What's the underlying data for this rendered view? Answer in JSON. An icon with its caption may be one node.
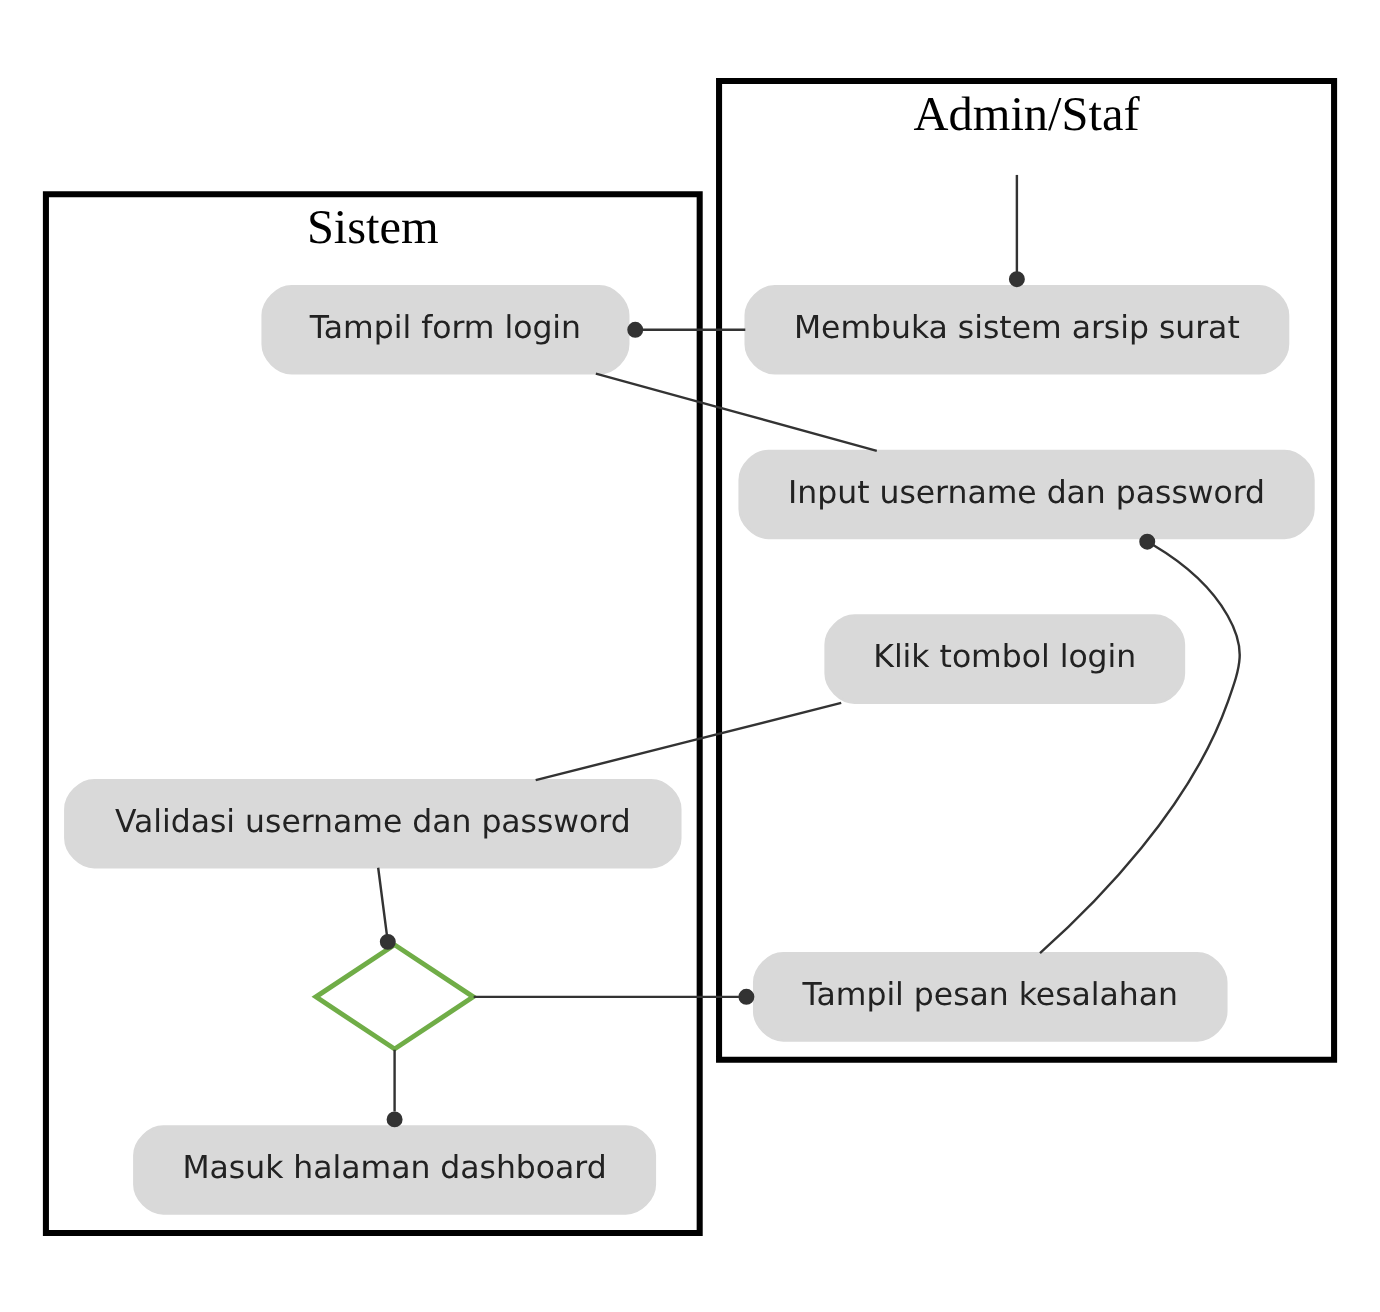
{
  "diagram": {
    "nodes": [
      {
        "text": [
          "Admin/Staf"
        ]
      },
      {
        "text": [
          "Sistem"
        ]
      },
      {
        "text": [
          "Membuka sistem arsip surat"
        ],
        "in": 0
      },
      {
        "text": [
          "Tampil form login"
        ],
        "in": 1
      },
      {
        "text": [
          "Input username dan password"
        ],
        "in": 0
      },
      {
        "text": [
          "Klik tombol login"
        ],
        "in": 0
      },
      {
        "text": [
          "Validasi username dan password"
        ],
        "in": 1
      },
      {
        "text": [],
        "shape": "diamond",
        "in": 1
      },
      {
        "text": [
          "Tampil pesan kesalahan"
        ],
        "in": 0
      },
      {
        "text": [
          "Masuk halaman dashboard"
        ],
        "in": 1
      }
    ],
    "edges": [
      {
        "from": null,
        "to": 2,
        "arrow": "other"
      },
      {
        "from": 2,
        "to": 3,
        "arrow": "other"
      },
      {
        "from": 3,
        "to": 4,
        "arrow": "none"
      },
      {
        "from": 5,
        "to": 6,
        "arrow": "none"
      },
      {
        "from": 6,
        "to": 7,
        "arrow": "other"
      },
      {
        "from": 7,
        "to": 8,
        "arrow": "other"
      },
      {
        "from": 7,
        "to": 9,
        "arrow": "other"
      },
      {
        "from": 8,
        "to": 4,
        "arrow": "other"
      }
    ]
  }
}
